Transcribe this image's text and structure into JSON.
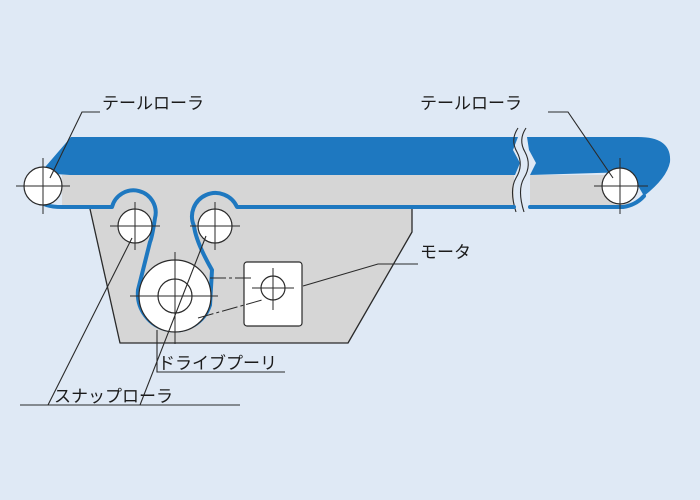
{
  "labels": {
    "tail_roller_left": "テールローラ",
    "tail_roller_right": "テールローラ",
    "motor": "モータ",
    "drive_pulley": "ドライブプーリ",
    "snap_roller": "スナップローラ"
  },
  "colors": {
    "background": "#dfe9f5",
    "belt": "#1e78c0",
    "frame": "#d9d9d9",
    "outline": "#2a2a2a"
  }
}
